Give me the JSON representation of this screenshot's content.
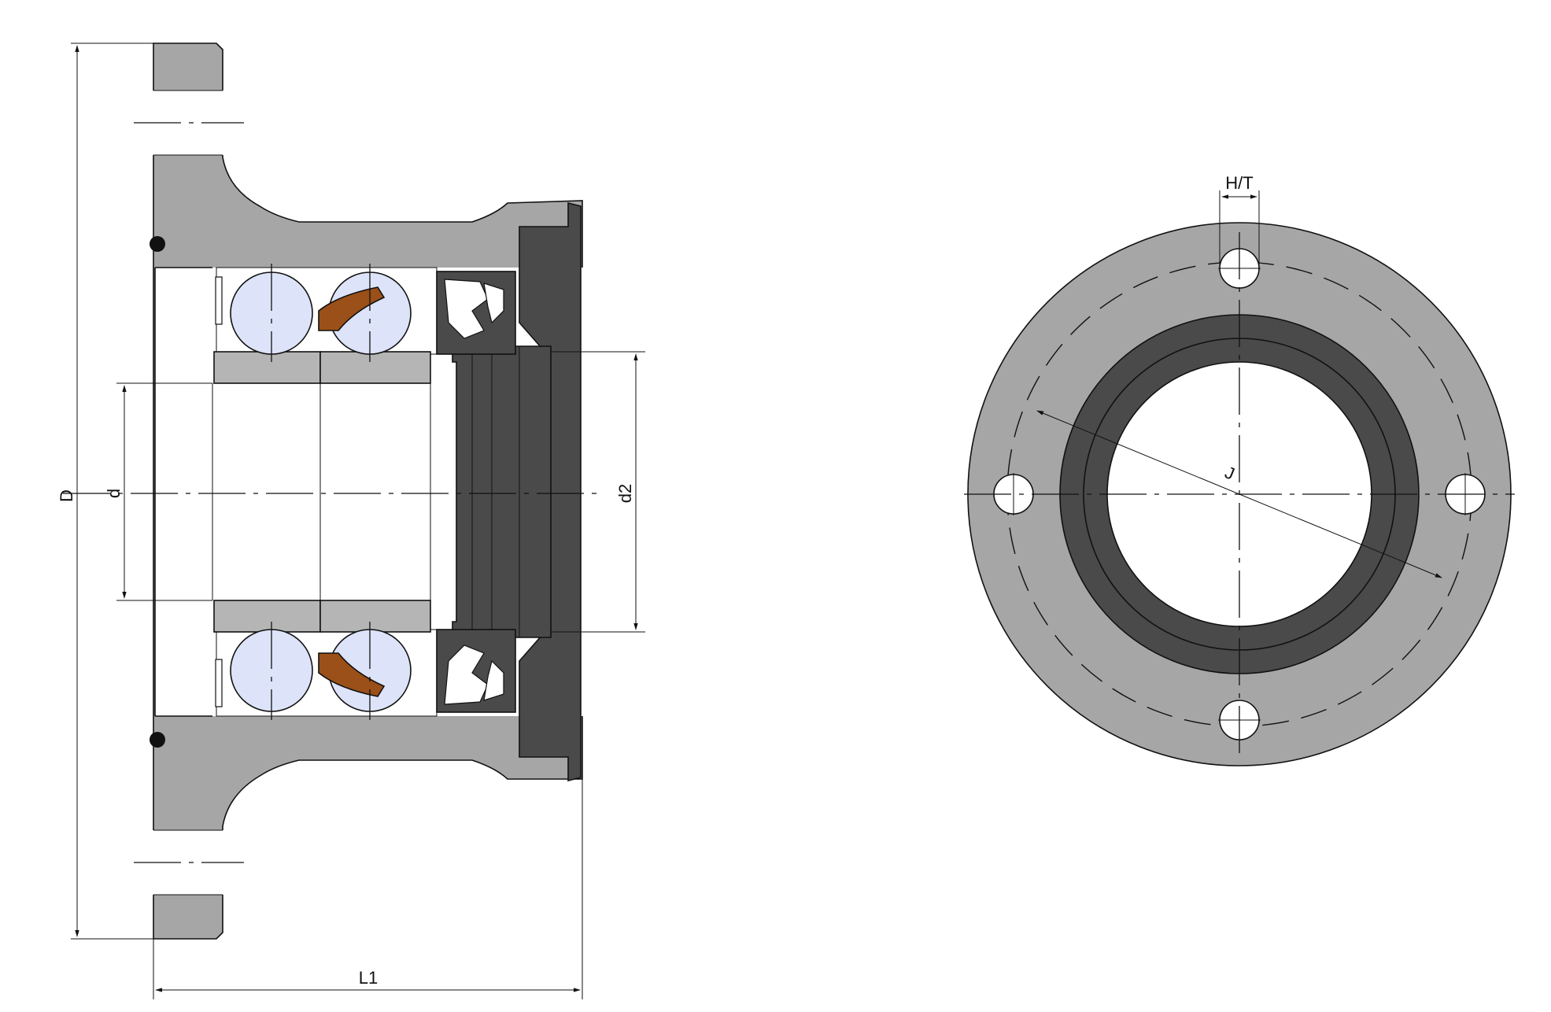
{
  "colors": {
    "housing": "#a6a6a6",
    "seal_dark": "#4a4a4a",
    "ring": "#b5b5b5",
    "ball": "#dde3f8",
    "cage": "#9a5018",
    "background": "#ffffff",
    "line": "#111111"
  },
  "labels": {
    "D": "D",
    "d": "d",
    "d2": "d2",
    "L1": "L1",
    "HT": "H/T",
    "J": "J"
  }
}
